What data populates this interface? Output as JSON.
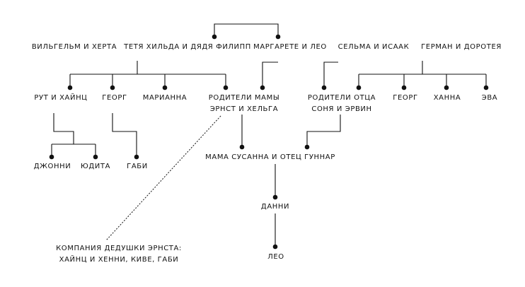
{
  "labels": {
    "wilhelm_herta": "ВИЛЬГЕЛЬМ И ХЕРТА",
    "hilda_philipp": "ТЕТЯ ХИЛЬДА И ДЯДЯ ФИЛИПП",
    "margarete_leo": "МАРГАРЕТЕ И ЛЕО",
    "selma_isaak": "СЕЛЬМА И ИСААК",
    "german_dorotea": "ГЕРМАН И ДОРОТЕЯ",
    "ruth_heinz": "РУТ И ХАЙНЦ",
    "georg_left": "ГЕОРГ",
    "marianna": "МАРИАННА",
    "mother_parents_1": "РОДИТЕЛИ МАМЫ",
    "mother_parents_2": "ЭРНСТ И ХЕЛЬГА",
    "father_parents_1": "РОДИТЕЛИ ОТЦА",
    "father_parents_2": "СОНЯ И ЭРВИН",
    "georg_right": "ГЕОРГ",
    "hanna": "ХАННА",
    "eva": "ЭВА",
    "johnny": "ДЖОННИ",
    "judita": "ЮДИТА",
    "gabi": "ГАБИ",
    "parents": "МАМА СУСАННА И ОТЕЦ ГУННАР",
    "danni": "ДАННИ",
    "leo": "ЛЕО",
    "note_1": "КОМПАНИЯ ДЕДУШКИ ЭРНСТА:",
    "note_2": "ХАЙНЦ И ХЕННИ, КИВЕ, ГАБИ"
  }
}
